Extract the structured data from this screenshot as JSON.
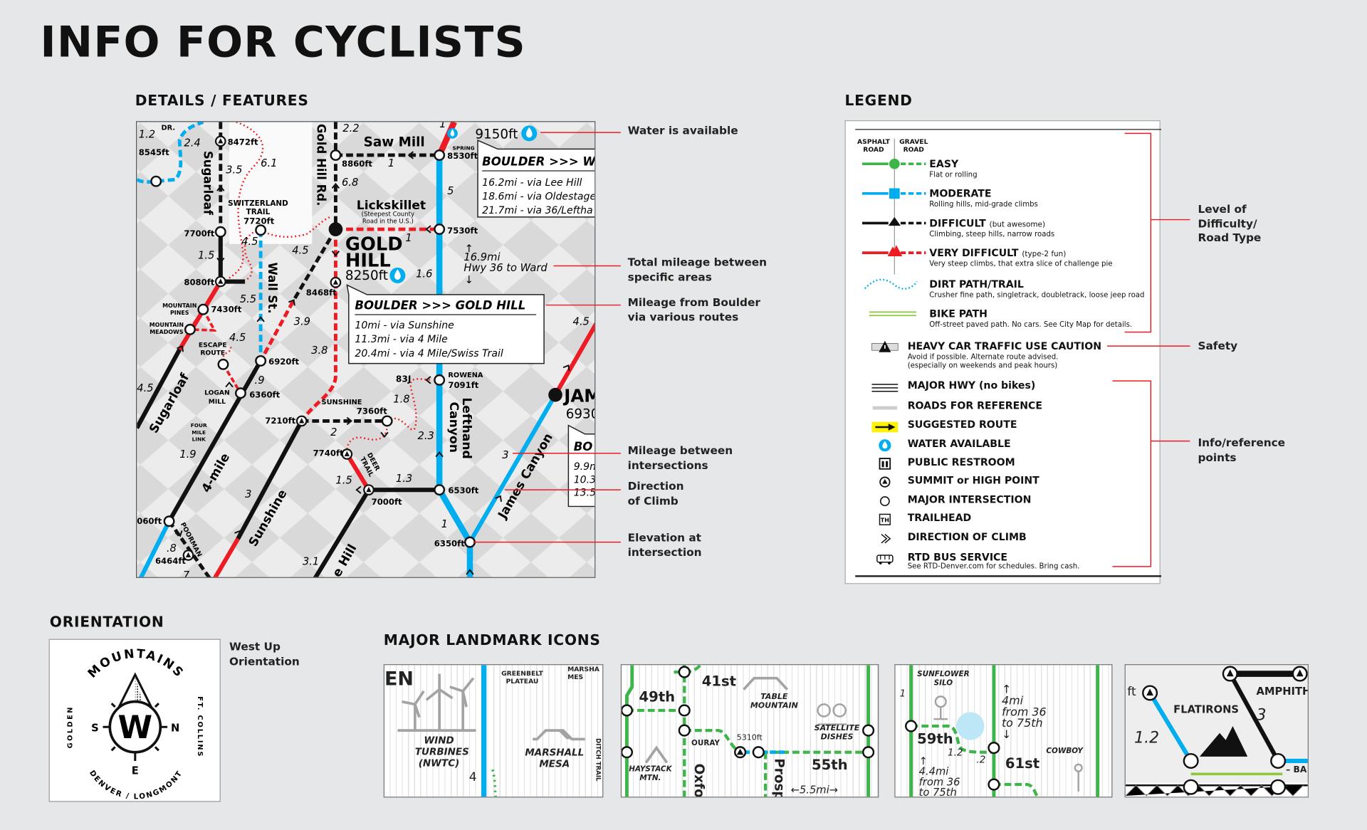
{
  "title": "INFO FOR CYCLISTS",
  "details": {
    "heading": "DETAILS / FEATURES",
    "annotations": [
      "Water is available",
      "Total mileage between\nspecific areas",
      "Mileage from Boulder\nvia various routes",
      "Mileage between\nintersections",
      "Direction\nof Climb",
      "Elevation at\nintersection"
    ]
  },
  "map": {
    "places": [
      "DR.",
      "Sugarloaf",
      "SWITZERLAND",
      "TRAIL",
      "Saw Mill",
      "Gold Hill Rd.",
      "Lickskillet",
      "(Steepest County",
      "Road in the U.S.)",
      "GOLD",
      "HILL",
      "SPRING",
      "Wall St.",
      "MOUNTAIN",
      "PINES",
      "MOUNTAIN",
      "MEADOWS",
      "ESCAPE",
      "ROUTE",
      "LOGAN",
      "MILL",
      "FOUR",
      "MILE",
      "LINK",
      "Sugarloaf",
      "4-mile",
      "Sunshine",
      "SUNSHINE",
      "DEER",
      "TRAIL",
      "ROWENA",
      "Lefthand",
      "Canyon",
      "James Canyon",
      "POORMAN",
      "83J",
      "JAM",
      "e Hill"
    ],
    "elevations": [
      "8472ft",
      "8545ft",
      "7720ft",
      "7700ft",
      "8080ft",
      "7430ft",
      "6920ft",
      "6360ft",
      "8860ft",
      "8530ft",
      "7530ft",
      "8468ft",
      "7091ft",
      "7360ft",
      "7210ft",
      "7740ft",
      "7000ft",
      "6530ft",
      "6350ft",
      "060ft",
      "6464ft",
      "9150ft",
      "8250ft",
      "6930"
    ],
    "mileages": [
      "1.2",
      "2.4",
      "3.5",
      "6.1",
      "2.2",
      "6.8",
      "1",
      "5",
      "1",
      "1.6",
      "4.5",
      "4.5",
      "1.5",
      "5.5",
      "4.5",
      "3.9",
      "3.8",
      ".9",
      "4.5",
      "1.9",
      "3",
      "2",
      "1.8",
      "2.3",
      "1.5",
      "1.3",
      "3",
      "1",
      ".8",
      ".7",
      "3.1",
      "4.5",
      "1"
    ],
    "total_mileage": {
      "distance": "16.9mi",
      "route": "Hwy 36 to Ward"
    },
    "callouts": [
      {
        "title": "BOULDER >>> GOLD HILL",
        "lines": [
          "10mi - via Sunshine",
          "11.3mi - via 4 Mile",
          "20.4mi - via 4 Mile/Swiss Trail"
        ]
      },
      {
        "title": "BOULDER >>> WA",
        "lines": [
          "16.2mi - via Lee Hill",
          "18.6mi - via Oldestage",
          "21.7mi - via 36/Leftha"
        ]
      },
      {
        "title": "BO",
        "lines": [
          "9.9m",
          "10.3",
          "13.5"
        ]
      }
    ]
  },
  "legend": {
    "heading": "LEGEND",
    "col_asphalt": "ASPHALT\nROAD",
    "col_gravel": "GRAVEL\nROAD",
    "difficulty": [
      {
        "title": "EASY",
        "note": "",
        "sub": "Flat or rolling",
        "color": "#3db54a",
        "symbol": "circle"
      },
      {
        "title": "MODERATE",
        "note": "",
        "sub": "Rolling hills, mid-grade climbs",
        "color": "#00aeef",
        "symbol": "square"
      },
      {
        "title": "DIFFICULT",
        "note": "(but awesome)",
        "sub": "Climbing, steep hills, narrow roads",
        "color": "#111111",
        "symbol": "triangle"
      },
      {
        "title": "VERY DIFFICULT",
        "note": "(type-2 fun)",
        "sub": "Very steep climbs, that extra slice of challenge pie",
        "color": "#ed1c24",
        "symbol": "double-peak"
      }
    ],
    "dirt": {
      "title": "DIRT PATH/TRAIL",
      "sub": "Crusher fine path, singletrack, doubletrack, loose jeep road"
    },
    "bike": {
      "title": "BIKE PATH",
      "sub": "Off-street paved path. No cars. See City Map for details."
    },
    "caution": {
      "title": "HEAVY CAR TRAFFIC USE CAUTION",
      "sub1": "Avoid if possible. Alternate route advised.",
      "sub2": "(especially on weekends and peak hours)"
    },
    "points": [
      {
        "label": "MAJOR HWY (no bikes)",
        "icon": "highway-icon"
      },
      {
        "label": "ROADS FOR REFERENCE",
        "icon": "reference-road-icon"
      },
      {
        "label": "SUGGESTED ROUTE",
        "icon": "suggested-route-arrow-icon"
      },
      {
        "label": "WATER AVAILABLE",
        "icon": "water-drop-icon"
      },
      {
        "label": "PUBLIC RESTROOM",
        "icon": "restroom-icon"
      },
      {
        "label": "SUMMIT or HIGH POINT",
        "icon": "summit-icon"
      },
      {
        "label": "MAJOR INTERSECTION",
        "icon": "intersection-circle-icon"
      },
      {
        "label": "TRAILHEAD",
        "icon": "trailhead-icon"
      },
      {
        "label": "DIRECTION OF CLIMB",
        "icon": "chevron-climb-icon"
      },
      {
        "label": "RTD BUS SERVICE",
        "icon": "bus-icon"
      }
    ],
    "trailhead_glyph": "TH",
    "rtd_sub": "See RTD-Denver.com for schedules. Bring cash.",
    "groups": [
      "Level of\nDifficulty/\nRoad Type",
      "Safety",
      "Info/reference\npoints"
    ]
  },
  "orientation": {
    "heading": "ORIENTATION",
    "caption": "West Up\nOrientation",
    "top": "MOUNTAINS",
    "left": "GOLDEN",
    "right": "FT. COLLINS",
    "bottom": "DENVER / LONGMONT",
    "center": "W",
    "s": "S",
    "n": "N",
    "e": "E"
  },
  "landmarks": {
    "heading": "MAJOR LANDMARK ICONS",
    "p1": {
      "en": "EN",
      "wind": "WIND\nTURBINES\n(NWTC)",
      "greenbelt": "GREENBELT\nPLATEAU",
      "marsha": "MARSHA\nMES",
      "mesa": "MARSHALL\nMESA",
      "ditch": "DITCH TRAIL",
      "mile": "4"
    },
    "p2": {
      "s41": "41st",
      "s49": "49th",
      "table": "TABLE\nMOUNTAIN",
      "sat": "SATELLITE\nDISHES",
      "ouray": "OURAY",
      "elev": "5310ft",
      "haystack": "HAYSTACK\nMTN.",
      "s55": "55th",
      "oxfo": "Oxfo",
      "prosp": "Prosp",
      "dist": "←5.5mi→"
    },
    "p3": {
      "silo": "SUNFLOWER\nSILO",
      "up": "↑\n4mi\nfrom 36\nto 75th\n↓",
      "s59": "59th",
      "m1": "1.2",
      "m2": ".2",
      "s61": "61st",
      "cowboy": "COWBOY",
      "low": "↑\n4.4mi\nfrom 36\nto 75th",
      "one": "1"
    },
    "p4": {
      "flat": "FLATIRONS",
      "amph": "AMPHITH",
      "m1": "1.2",
      "m2": "3",
      "ba": "– BA",
      "ft": "ft"
    }
  },
  "colors": {
    "easy": "#3db54a",
    "moderate": "#00aeef",
    "difficult": "#111111",
    "very_difficult": "#ed1c24",
    "leader": "#ed1c24",
    "background": "#e6e7e8"
  }
}
